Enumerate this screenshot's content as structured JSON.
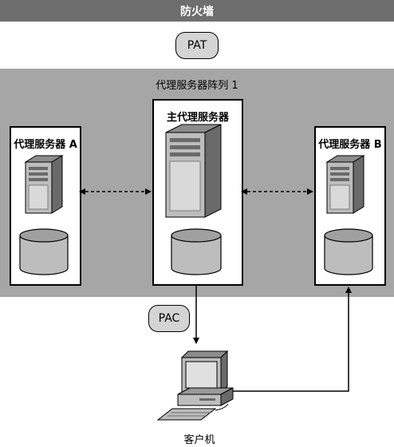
{
  "firewall": {
    "label": "防火墙"
  },
  "pat": {
    "label": "PAT"
  },
  "array": {
    "title": "代理服务器阵列 1"
  },
  "proxies": {
    "a": {
      "label": "代理服务器 A",
      "cache": "高速缓存"
    },
    "main": {
      "label": "主代理服务器",
      "cache": "高速缓存"
    },
    "b": {
      "label": "代理服务器 B",
      "cache": "高速缓存"
    }
  },
  "pac": {
    "label": "PAC"
  },
  "client": {
    "label": "客户机"
  },
  "colors": {
    "band": "#a6a6a6",
    "firewall": "#6e6e6e",
    "pill": "#d4d4d4"
  }
}
